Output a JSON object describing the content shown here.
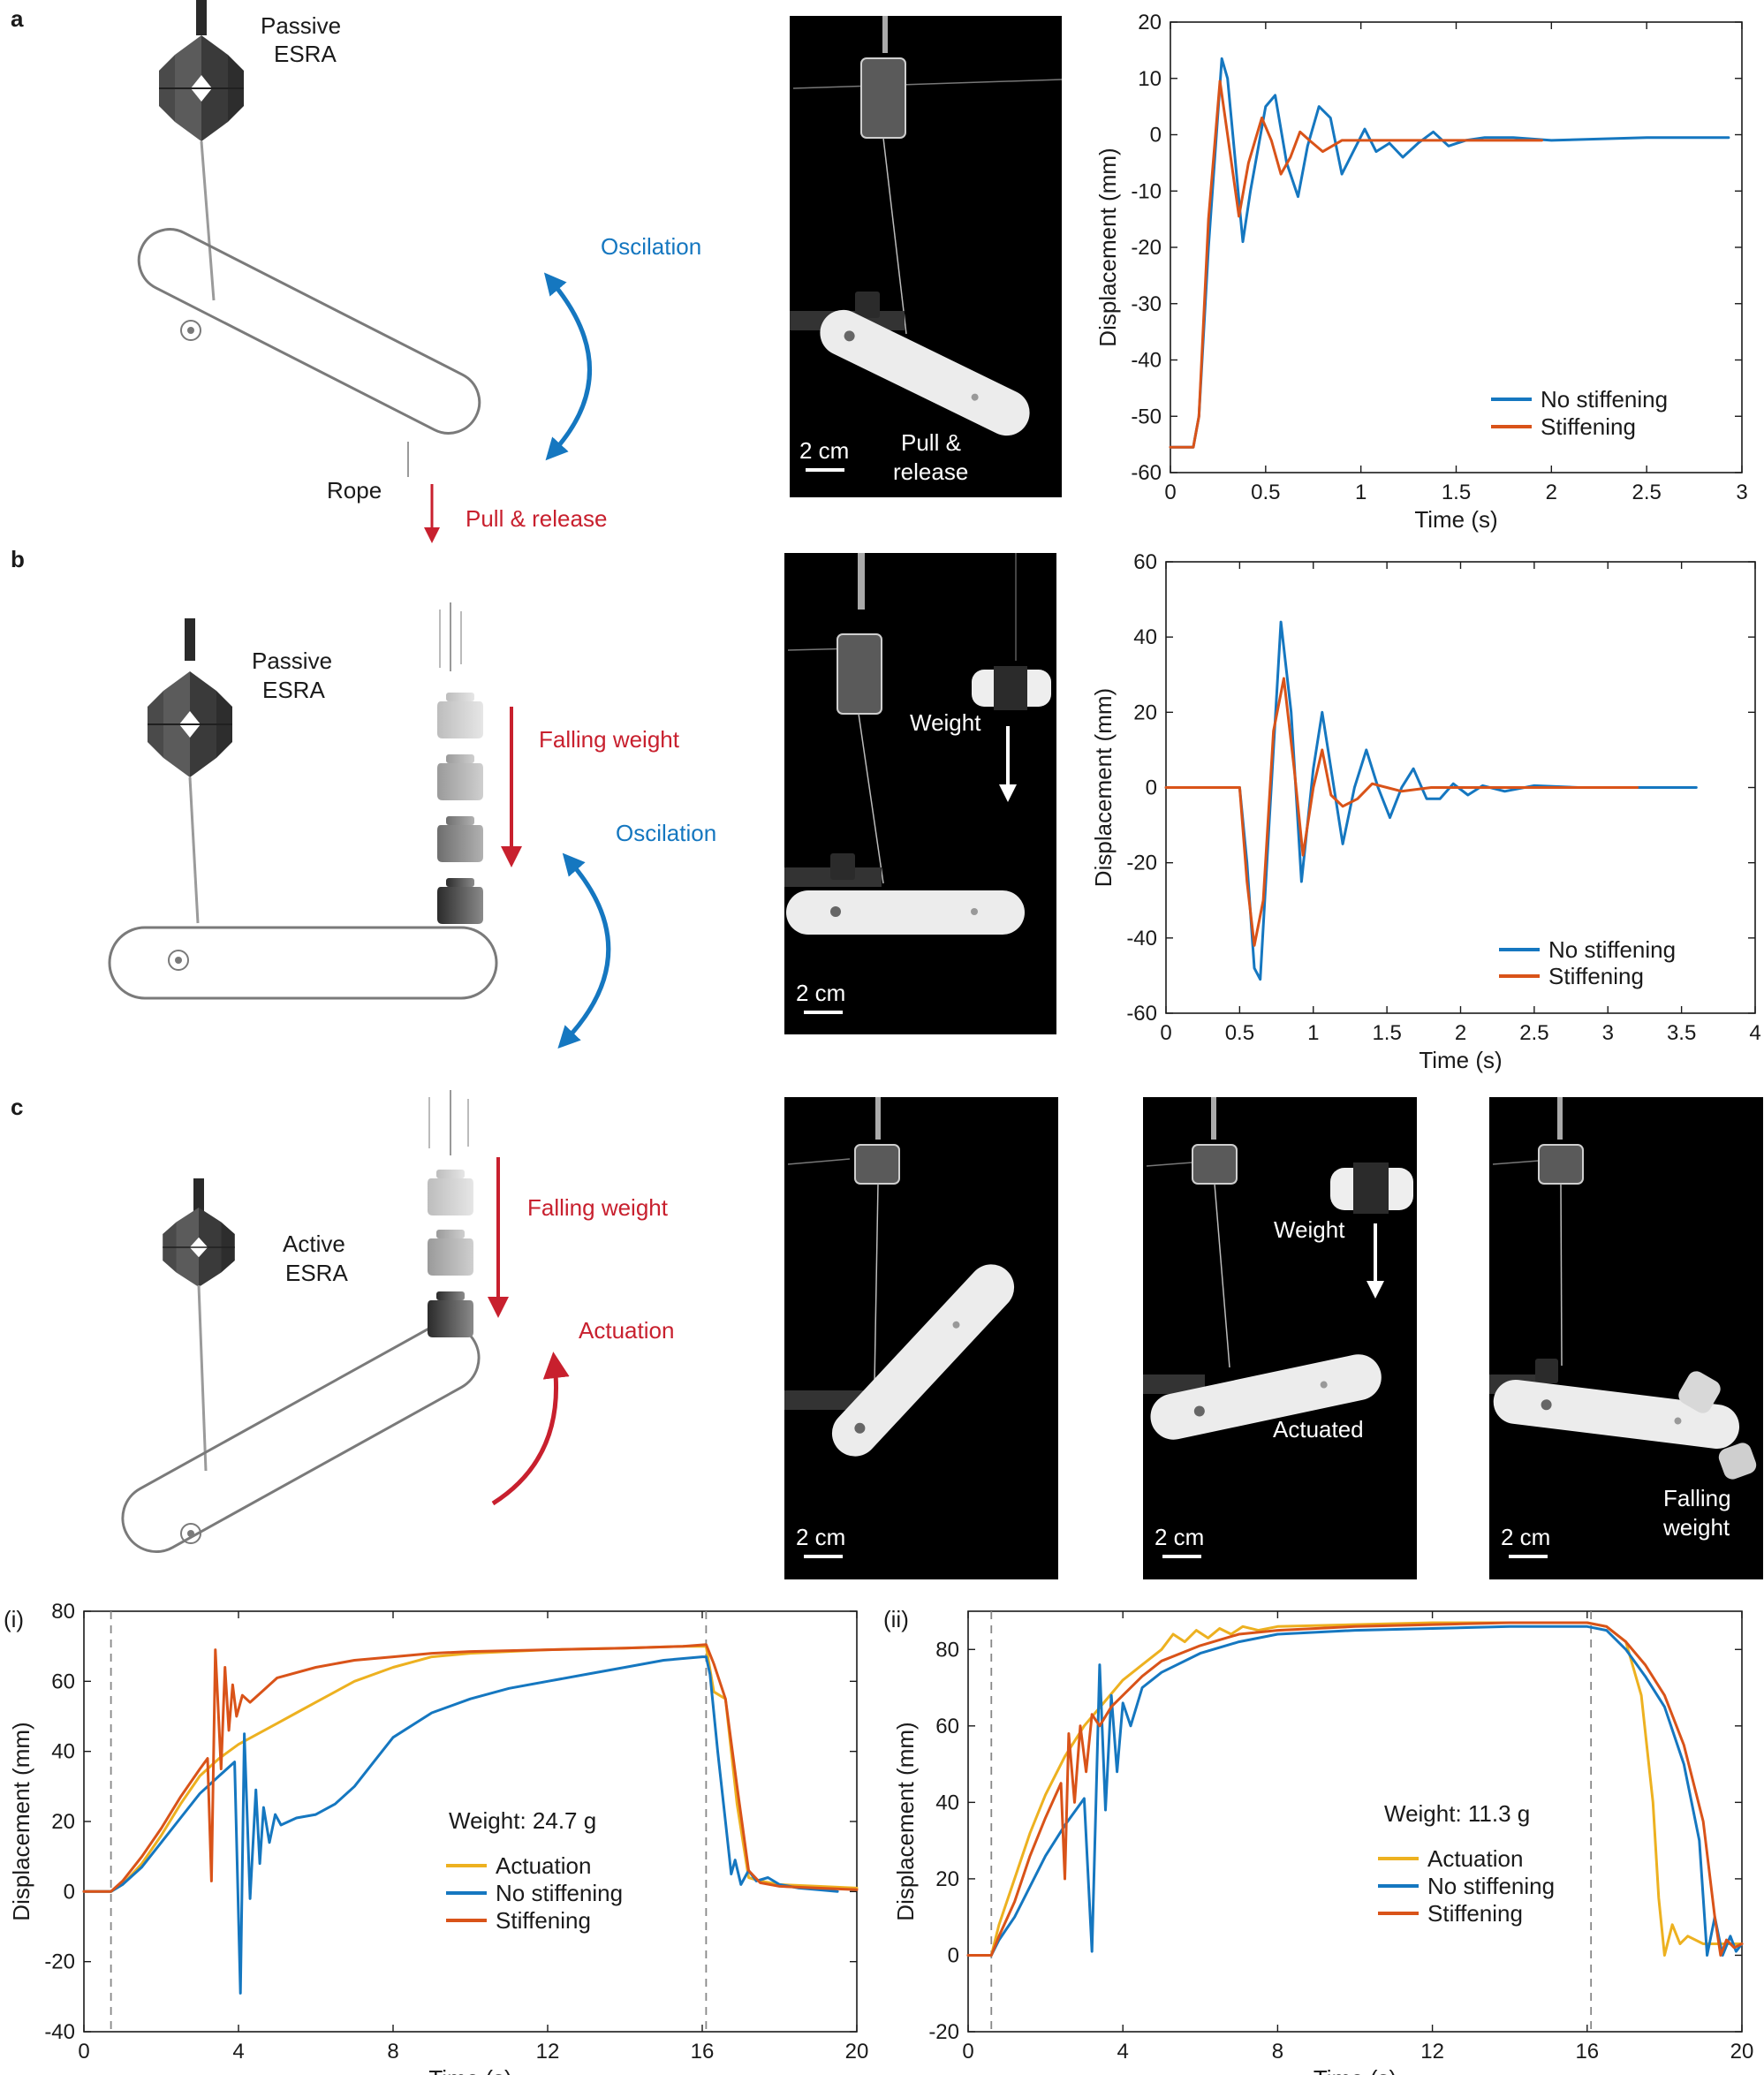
{
  "panel_labels": {
    "a": "a",
    "b": "b",
    "c": "c",
    "ci": "(i)",
    "cii": "(ii)"
  },
  "schematic": {
    "a": {
      "esra": [
        "Passive",
        "ESRA"
      ],
      "oscillation": "Oscilation",
      "rope": "Rope",
      "pull": "Pull & release"
    },
    "b": {
      "esra": [
        "Passive",
        "ESRA"
      ],
      "falling": "Falling weight",
      "oscillation": "Oscilation"
    },
    "c": {
      "esra": [
        "Active",
        "ESRA"
      ],
      "falling": "Falling weight",
      "actuation": "Actuation"
    }
  },
  "photos": {
    "a": {
      "scale": "2 cm",
      "caption": [
        "Pull &",
        "release"
      ]
    },
    "b": {
      "scale": "2 cm",
      "caption": [
        "Weight"
      ]
    },
    "c1": {
      "scale": "2 cm"
    },
    "c2": {
      "scale": "2 cm",
      "caption": [
        "Weight"
      ],
      "caption2": [
        "Actuated"
      ]
    },
    "c3": {
      "scale": "2 cm",
      "caption": [
        "Falling",
        "weight"
      ]
    }
  },
  "colors": {
    "no_stiffening": "#1577c0",
    "stiffening": "#d95319",
    "actuation": "#edb120",
    "alarm_red": "#c8202e",
    "photo_bg": "#000000"
  },
  "chart_data": [
    {
      "id": "a",
      "type": "line",
      "xlabel": "Time (s)",
      "ylabel": "Displacement (mm)",
      "xlim": [
        0,
        3
      ],
      "ylim": [
        -60,
        20
      ],
      "xticks": [
        0,
        0.5,
        1,
        1.5,
        2,
        2.5,
        3
      ],
      "xtick_labels": [
        "0",
        "0.5",
        "1",
        "1.5",
        "2",
        "2.5",
        "3"
      ],
      "yticks": [
        -60,
        -50,
        -40,
        -30,
        -20,
        -10,
        0,
        10,
        20
      ],
      "legend": "bottom-right",
      "series": [
        {
          "name": "No stiffening",
          "color": "#1577c0",
          "x": [
            0,
            0.12,
            0.15,
            0.2,
            0.27,
            0.3,
            0.38,
            0.42,
            0.5,
            0.55,
            0.61,
            0.67,
            0.72,
            0.78,
            0.84,
            0.9,
            0.96,
            1.02,
            1.08,
            1.15,
            1.22,
            1.3,
            1.38,
            1.46,
            1.55,
            1.65,
            1.8,
            2.0,
            2.5,
            2.93
          ],
          "y": [
            -55.5,
            -55.5,
            -50,
            -20,
            13.5,
            10,
            -19,
            -10,
            5,
            7,
            -5,
            -11,
            -2,
            5,
            3,
            -7,
            -3,
            1,
            -3,
            -1.5,
            -4,
            -1.5,
            0.5,
            -2,
            -1,
            -0.5,
            -0.5,
            -1,
            -0.5,
            -0.5
          ]
        },
        {
          "name": "Stiffening",
          "color": "#d95319",
          "x": [
            0,
            0.12,
            0.15,
            0.2,
            0.26,
            0.3,
            0.36,
            0.41,
            0.48,
            0.53,
            0.58,
            0.63,
            0.68,
            0.73,
            0.8,
            0.9,
            1.0,
            1.2,
            1.5,
            1.95
          ],
          "y": [
            -55.5,
            -55.5,
            -50,
            -15,
            9.5,
            0,
            -14.5,
            -5,
            3,
            -1,
            -7,
            -4,
            0.5,
            -1,
            -3,
            -1,
            -1,
            -1,
            -1,
            -1
          ]
        }
      ]
    },
    {
      "id": "b",
      "type": "line",
      "xlabel": "Time (s)",
      "ylabel": "Displacement (mm)",
      "xlim": [
        0,
        4
      ],
      "ylim": [
        -60,
        60
      ],
      "xticks": [
        0,
        0.5,
        1,
        1.5,
        2,
        2.5,
        3,
        3.5,
        4
      ],
      "xtick_labels": [
        "0",
        "0.5",
        "1",
        "1.5",
        "2",
        "2.5",
        "3",
        "3.5",
        "4"
      ],
      "yticks": [
        -60,
        -40,
        -20,
        0,
        20,
        40,
        60
      ],
      "legend": "bottom-right",
      "series": [
        {
          "name": "No stiffening",
          "color": "#1577c0",
          "x": [
            0,
            0.5,
            0.55,
            0.6,
            0.64,
            0.7,
            0.78,
            0.85,
            0.92,
            1.0,
            1.06,
            1.12,
            1.2,
            1.28,
            1.36,
            1.44,
            1.52,
            1.6,
            1.68,
            1.77,
            1.86,
            1.95,
            2.05,
            2.15,
            2.3,
            2.5,
            2.8,
            3.2,
            3.6
          ],
          "y": [
            0,
            0,
            -20,
            -48,
            -51,
            -10,
            44,
            20,
            -25,
            5,
            20,
            5,
            -15,
            0,
            10,
            0,
            -8,
            0,
            5,
            -3,
            -3,
            1,
            -2,
            0.5,
            -1,
            0.5,
            0,
            0,
            0
          ]
        },
        {
          "name": "Stiffening",
          "color": "#d95319",
          "x": [
            0,
            0.5,
            0.55,
            0.6,
            0.66,
            0.73,
            0.8,
            0.87,
            0.93,
            1.0,
            1.06,
            1.12,
            1.2,
            1.3,
            1.4,
            1.5,
            1.6,
            1.8,
            2.0,
            2.5,
            3.0,
            3.2
          ],
          "y": [
            0,
            0,
            -25,
            -42,
            -30,
            15,
            29,
            5,
            -18,
            0,
            10,
            -2,
            -5,
            -3,
            1,
            0,
            -1,
            0,
            0,
            0,
            0,
            0
          ]
        }
      ]
    },
    {
      "id": "ci",
      "type": "line",
      "xlabel": "Time (s)",
      "ylabel": "Displacement (mm)",
      "annotation": "Weight: 24.7 g",
      "xlim": [
        0,
        20
      ],
      "ylim": [
        -40,
        80
      ],
      "xticks": [
        0,
        4,
        8,
        12,
        16,
        20
      ],
      "yticks": [
        -40,
        -20,
        0,
        20,
        40,
        60,
        80
      ],
      "vlines": [
        0.7,
        16.1
      ],
      "legend": "center-right",
      "series": [
        {
          "name": "Actuation",
          "color": "#edb120",
          "x": [
            0,
            0.7,
            1.0,
            1.5,
            2.0,
            2.5,
            3.0,
            3.5,
            4.0,
            4.5,
            5.0,
            5.5,
            6.0,
            7.0,
            8.0,
            9.0,
            10.0,
            12.0,
            14.0,
            15.5,
            16.1,
            16.3,
            16.6,
            16.9,
            17.2,
            17.5,
            18.0,
            19.0,
            20.0
          ],
          "y": [
            0,
            0,
            2,
            8,
            16,
            25,
            33,
            38,
            42,
            45,
            48,
            51,
            54,
            60,
            64,
            67,
            68,
            69,
            69.5,
            70,
            70,
            57,
            55,
            25,
            4,
            3,
            2,
            1.5,
            1
          ]
        },
        {
          "name": "No stiffening",
          "color": "#1577c0",
          "x": [
            0,
            0.7,
            1.0,
            1.5,
            2.0,
            2.5,
            3.0,
            3.5,
            3.9,
            4.05,
            4.15,
            4.3,
            4.45,
            4.55,
            4.65,
            4.8,
            4.95,
            5.1,
            5.5,
            6.0,
            6.5,
            7.0,
            7.5,
            8.0,
            9.0,
            10.0,
            11.0,
            12.0,
            13.0,
            14.0,
            15.0,
            16.0,
            16.1,
            16.2,
            16.4,
            16.6,
            16.75,
            16.85,
            17.0,
            17.2,
            17.4,
            17.7,
            18.0,
            18.5,
            19.0,
            19.5
          ],
          "y": [
            0,
            0,
            2,
            7,
            14,
            21,
            28,
            33,
            37,
            -29,
            45,
            -2,
            29,
            8,
            24,
            14,
            22,
            19,
            21,
            22,
            25,
            30,
            37,
            44,
            51,
            55,
            58,
            60,
            62,
            64,
            66,
            67,
            67,
            62,
            40,
            20,
            5,
            9,
            2,
            6,
            3,
            4,
            2,
            1,
            0.5,
            0
          ]
        },
        {
          "name": "Stiffening",
          "color": "#d95319",
          "x": [
            0,
            0.7,
            1.0,
            1.5,
            2.0,
            2.5,
            3.0,
            3.2,
            3.3,
            3.4,
            3.55,
            3.65,
            3.75,
            3.85,
            3.95,
            4.1,
            4.3,
            4.6,
            5.0,
            6.0,
            7.0,
            8.0,
            9.0,
            10.0,
            12.0,
            14.0,
            15.5,
            16.1,
            16.3,
            16.6,
            16.9,
            17.2,
            17.5,
            18.0,
            19.0,
            20.0
          ],
          "y": [
            0,
            0,
            3,
            10,
            18,
            27,
            35,
            38,
            3,
            69,
            35,
            64,
            46,
            59,
            50,
            56,
            54,
            57,
            61,
            64,
            66,
            67,
            68,
            68.5,
            69,
            69.5,
            70,
            70.5,
            65,
            55,
            30,
            6,
            2.5,
            1.5,
            1,
            0.5
          ]
        }
      ]
    },
    {
      "id": "cii",
      "type": "line",
      "xlabel": "Time (s)",
      "ylabel": "Displacement (mm)",
      "annotation": "Weight: 11.3 g",
      "xlim": [
        0,
        20
      ],
      "ylim": [
        -20,
        90
      ],
      "xticks": [
        0,
        4,
        8,
        12,
        16,
        20
      ],
      "yticks": [
        -20,
        0,
        20,
        40,
        60,
        80
      ],
      "vlines": [
        0.6,
        16.1
      ],
      "legend": "center-right",
      "series": [
        {
          "name": "Actuation",
          "color": "#edb120",
          "x": [
            0,
            0.6,
            0.8,
            1.2,
            1.6,
            2.0,
            2.5,
            3.0,
            3.5,
            4.0,
            4.5,
            5.0,
            5.3,
            5.6,
            5.9,
            6.2,
            6.5,
            6.8,
            7.1,
            7.5,
            8.0,
            10.0,
            12.0,
            14.0,
            16.0,
            16.5,
            17.0,
            17.4,
            17.7,
            17.85,
            18.0,
            18.2,
            18.4,
            18.6,
            19.0,
            19.5,
            20.0
          ],
          "y": [
            0,
            0,
            8,
            20,
            32,
            42,
            52,
            60,
            66,
            72,
            76,
            80,
            84,
            82,
            85,
            83,
            85.5,
            84,
            86,
            85,
            86,
            86.5,
            87,
            87,
            87,
            86,
            82,
            68,
            40,
            15,
            0,
            8,
            3,
            5,
            3,
            3,
            3
          ]
        },
        {
          "name": "No stiffening",
          "color": "#1577c0",
          "x": [
            0,
            0.6,
            0.8,
            1.2,
            1.6,
            2.0,
            2.5,
            3.0,
            3.2,
            3.4,
            3.55,
            3.7,
            3.85,
            4.0,
            4.2,
            4.5,
            5.0,
            6.0,
            7.0,
            8.0,
            10.0,
            12.0,
            14.0,
            16.0,
            16.5,
            17.0,
            17.5,
            18.0,
            18.5,
            18.9,
            19.1,
            19.3,
            19.5,
            19.7,
            19.85,
            20.0
          ],
          "y": [
            0,
            0,
            4,
            10,
            18,
            26,
            34,
            41,
            1,
            76,
            38,
            68,
            48,
            66,
            60,
            70,
            74,
            79,
            82,
            84,
            85,
            85.5,
            86,
            86,
            85,
            80,
            73,
            65,
            50,
            30,
            0,
            10,
            0,
            5,
            1,
            3
          ]
        },
        {
          "name": "Stiffening",
          "color": "#d95319",
          "x": [
            0,
            0.6,
            0.8,
            1.2,
            1.6,
            2.0,
            2.4,
            2.5,
            2.6,
            2.75,
            2.9,
            3.05,
            3.2,
            3.4,
            3.7,
            4.0,
            4.5,
            5.0,
            6.0,
            7.0,
            8.0,
            10.0,
            12.0,
            14.0,
            16.0,
            16.5,
            17.0,
            17.5,
            18.0,
            18.5,
            19.0,
            19.3,
            19.45,
            19.6,
            19.8,
            20.0
          ],
          "y": [
            0,
            0,
            5,
            14,
            26,
            36,
            45,
            20,
            58,
            40,
            60,
            48,
            63,
            60,
            65,
            68,
            73,
            77,
            81,
            84,
            85,
            86,
            86.5,
            87,
            87,
            86,
            82,
            76,
            68,
            55,
            35,
            10,
            0,
            4,
            2,
            3
          ]
        }
      ]
    }
  ]
}
